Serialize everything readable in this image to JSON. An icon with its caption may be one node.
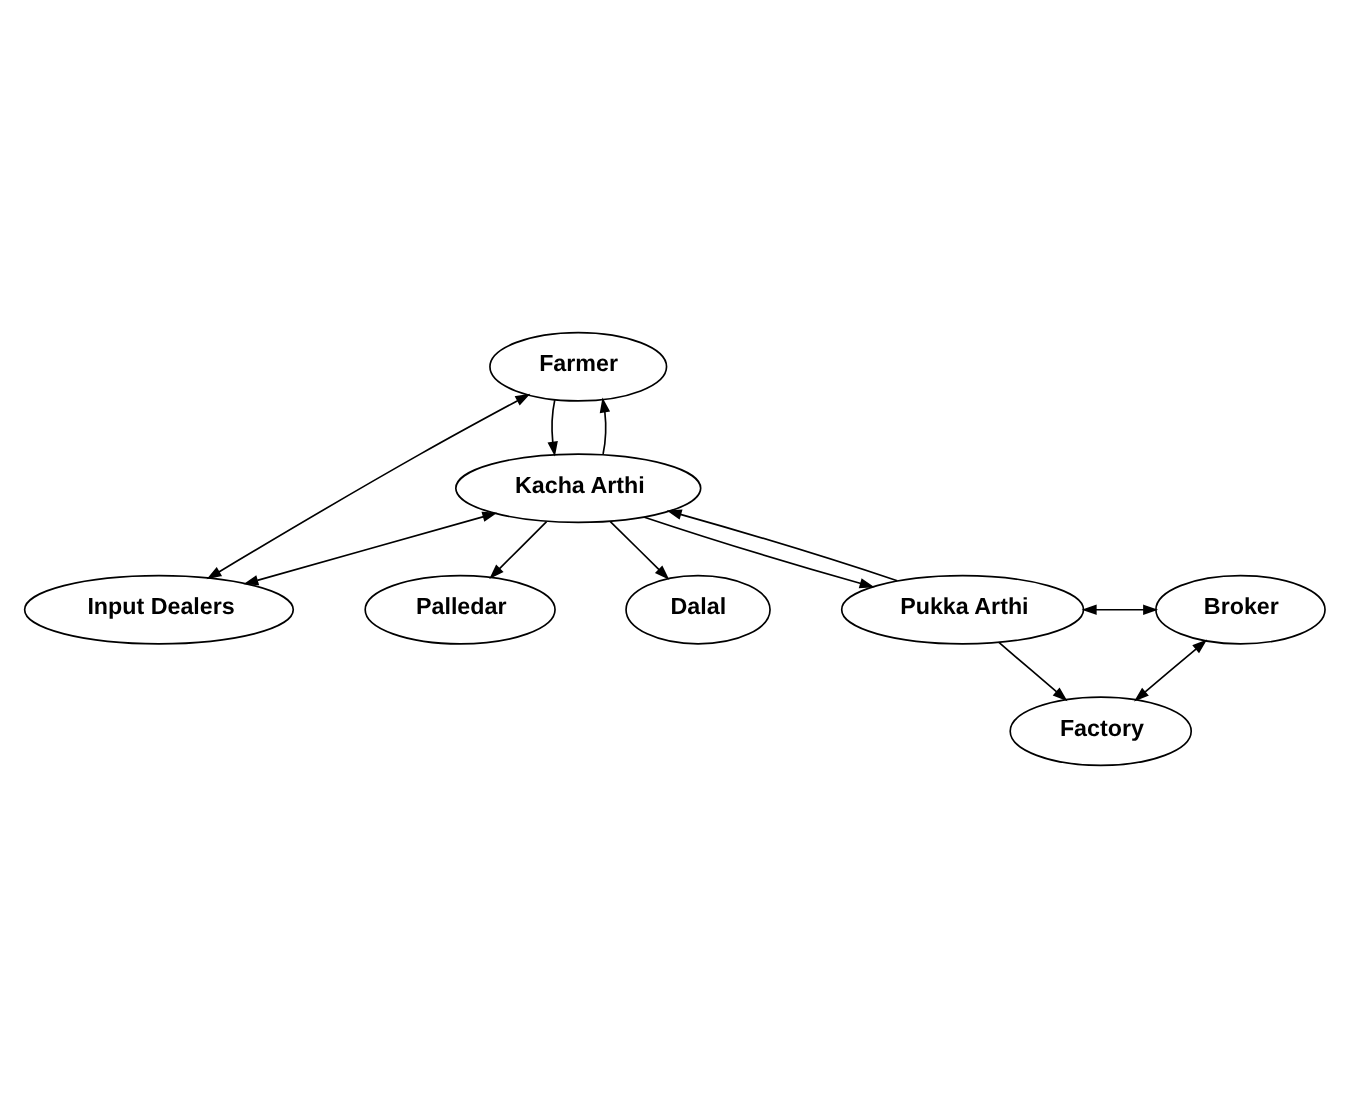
{
  "diagram": {
    "nodes": [
      {
        "text": [
          "Farmer"
        ]
      },
      {
        "text": [
          "Palledar"
        ]
      },
      {
        "text": [
          "Input Dealers"
        ]
      },
      {
        "text": [
          "Kacha Arthi"
        ]
      },
      {
        "text": [
          "Dalal"
        ]
      },
      {
        "text": [
          "Pukka Arthi"
        ]
      },
      {
        "text": [
          "Broker"
        ]
      },
      {
        "text": [
          "Factory"
        ]
      }
    ],
    "edges": [
      {
        "from": 0,
        "to": 3,
        "arrow": "to"
      },
      {
        "from": 3,
        "to": 0,
        "arrow": "to"
      },
      {
        "from": 0,
        "to": 2,
        "arrow": "both"
      },
      {
        "from": 3,
        "to": 1,
        "arrow": "to"
      },
      {
        "from": 3,
        "to": 2,
        "arrow": "both"
      },
      {
        "from": 3,
        "to": 4,
        "arrow": "to"
      },
      {
        "from": 3,
        "to": 5,
        "arrow": "to"
      },
      {
        "from": 5,
        "to": 3,
        "arrow": "to"
      },
      {
        "from": 5,
        "to": 6,
        "arrow": "both"
      },
      {
        "from": 5,
        "to": 7,
        "arrow": "to"
      },
      {
        "from": 7,
        "to": 6,
        "arrow": "both"
      }
    ]
  }
}
